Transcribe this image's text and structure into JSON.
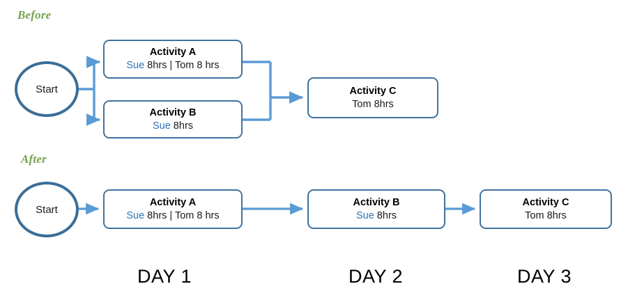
{
  "diagram": {
    "title_alt": "Before and After activity scheduling flow",
    "colors": {
      "node_border": "#41729F",
      "start_border": "#3B6E98",
      "connector": "#5B9BD5",
      "accent_person": "#2E75B6",
      "section_label": "#76A351",
      "background": "#FFFFFF",
      "text": "#000000"
    }
  },
  "sections": {
    "before": {
      "label": "Before",
      "start": {
        "label": "Start"
      },
      "nodes": [
        {
          "id": "before-activity-a",
          "title": "Activity A",
          "assignments": [
            {
              "person": "Sue",
              "hours": "8hrs"
            },
            {
              "person": "Tom",
              "hours": "8 hrs"
            }
          ],
          "sub_person_1": "Sue",
          "sub_rest_1": " 8hrs ",
          "sub_separator": "| ",
          "sub_rest_2": "Tom 8 hrs"
        },
        {
          "id": "before-activity-b",
          "title": "Activity B",
          "sub_person_1": "Sue",
          "sub_rest_1": " 8hrs"
        },
        {
          "id": "before-activity-c",
          "title": "Activity C",
          "sub_plain": "Tom 8hrs"
        }
      ]
    },
    "after": {
      "label": "After",
      "start": {
        "label": "Start"
      },
      "nodes": [
        {
          "id": "after-activity-a",
          "title": "Activity A",
          "sub_person_1": "Sue",
          "sub_rest_1": " 8hrs ",
          "sub_separator": "| ",
          "sub_rest_2": "Tom 8 hrs"
        },
        {
          "id": "after-activity-b",
          "title": "Activity B",
          "sub_person_1": "Sue",
          "sub_rest_1": " 8hrs"
        },
        {
          "id": "after-activity-c",
          "title": "Activity C",
          "sub_plain": "Tom 8hrs"
        }
      ]
    }
  },
  "timeline": {
    "days": [
      {
        "label": "DAY 1"
      },
      {
        "label": "DAY 2"
      },
      {
        "label": "DAY 3"
      }
    ]
  }
}
